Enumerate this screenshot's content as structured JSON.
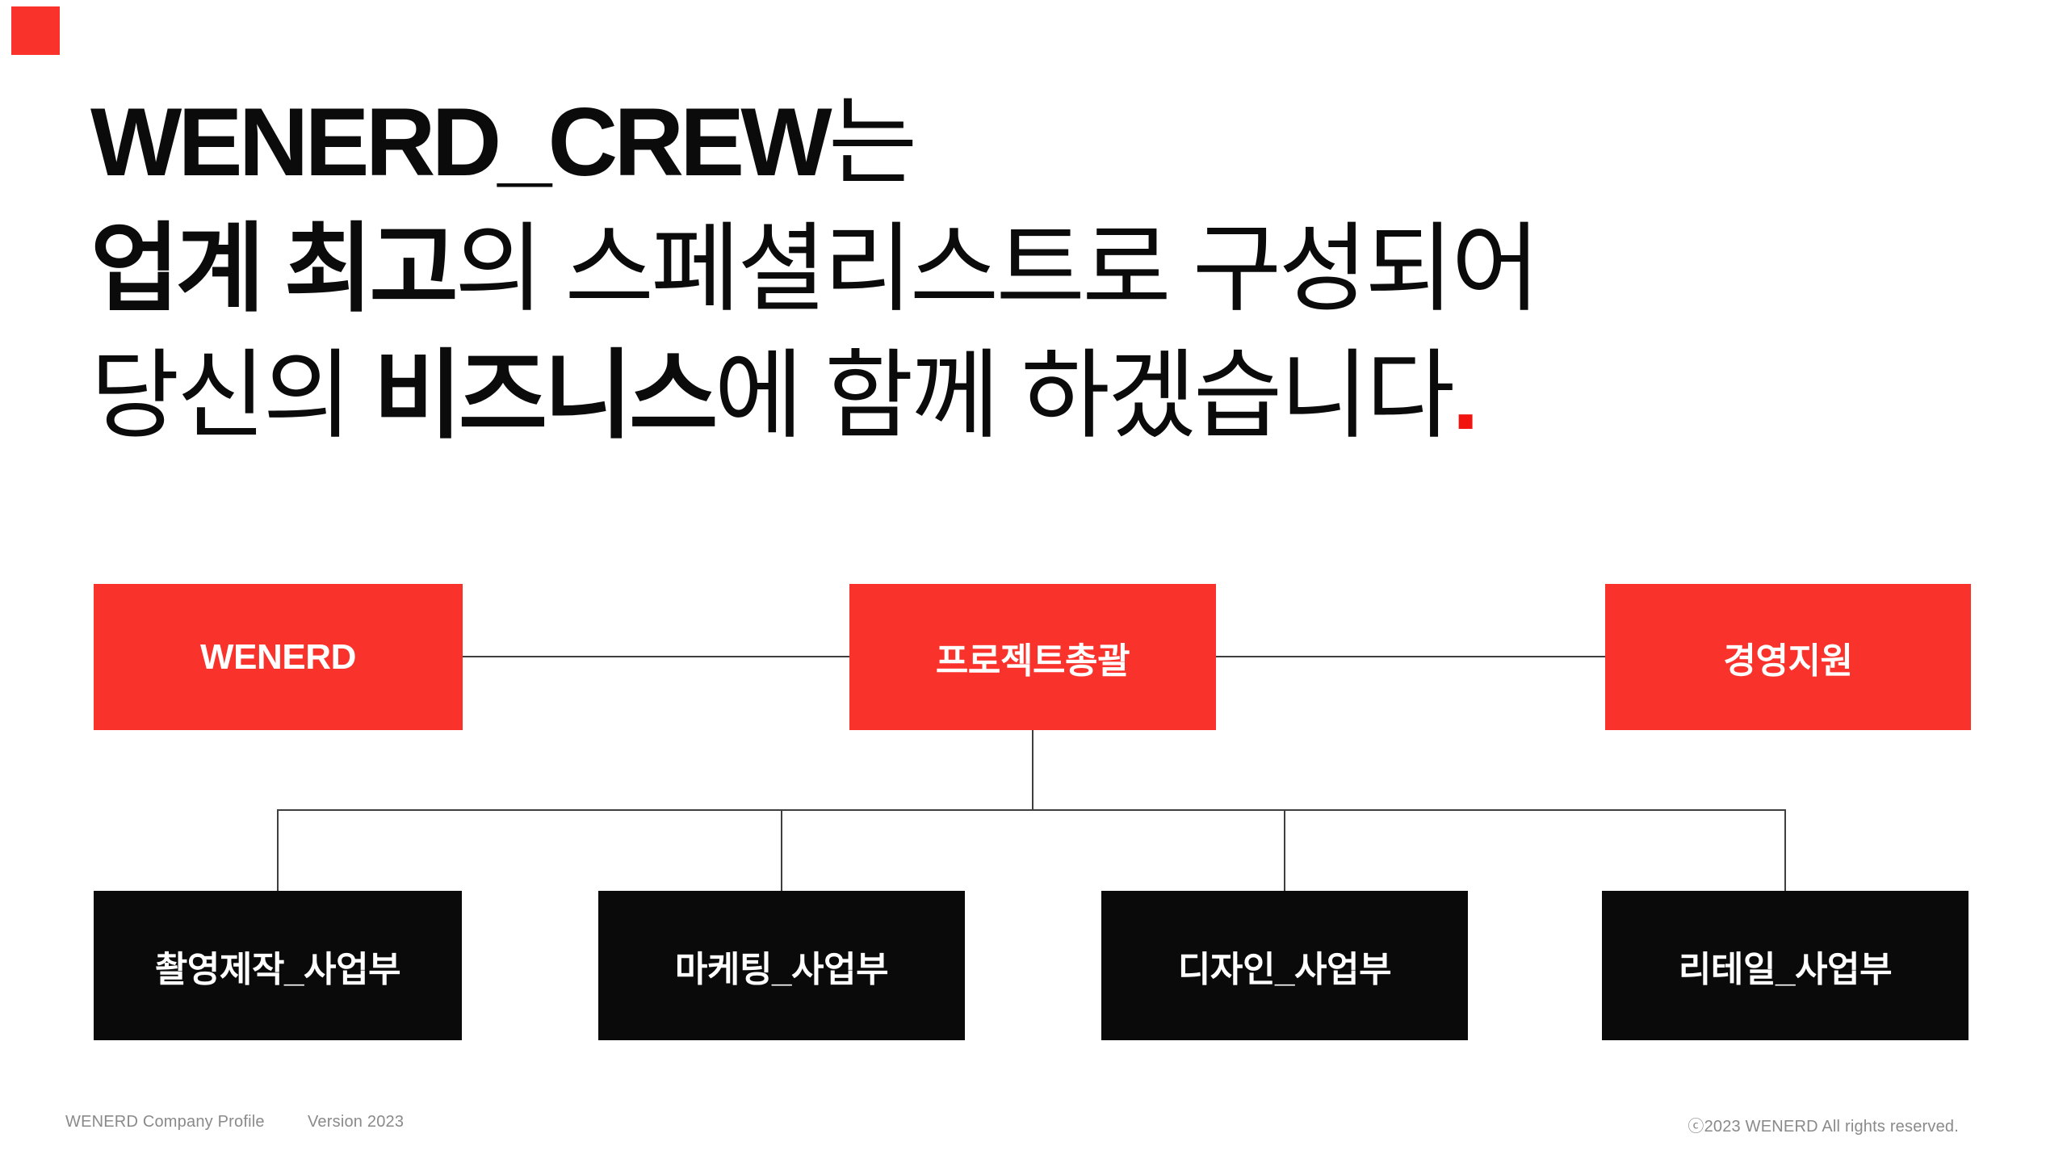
{
  "colors": {
    "accent_red": "#fa322c",
    "headline_period_red": "#f2150f",
    "box_black": "#0a0a0a",
    "connector_gray": "#3f3f3f",
    "footer_gray": "#8a8a8a",
    "background": "#ffffff"
  },
  "heading": {
    "line1_brand": "WENERD_CREW",
    "line1_suffix": "는",
    "line2_bold": "업계 최고",
    "line2_rest": "의 스페셜리스트로 구성되어",
    "line3_pre": "당신의 ",
    "line3_bold": "비즈니스",
    "line3_rest": "에 함께 하겠습니다",
    "line3_period": "."
  },
  "org_chart": {
    "parents": [
      {
        "label": "WENERD"
      },
      {
        "label": "프로젝트총괄"
      },
      {
        "label": "경영지원"
      }
    ],
    "departments": [
      {
        "label": "촬영제작_사업부"
      },
      {
        "label": "마케팅_사업부"
      },
      {
        "label": "디자인_사업부"
      },
      {
        "label": "리테일_사업부"
      }
    ]
  },
  "footer": {
    "document_title": "WENERD Company Profile",
    "version": "Version 2023",
    "copyright": "ⓒ2023 WENERD All rights reserved."
  }
}
